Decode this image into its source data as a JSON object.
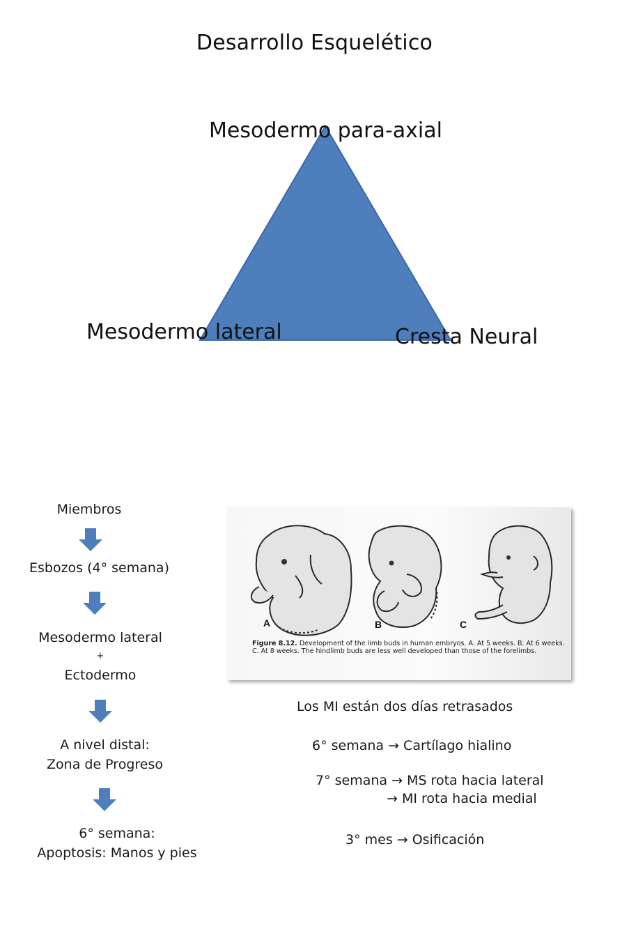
{
  "title": "Desarrollo Esquelético",
  "triangle": {
    "fill": "#4f7ebd",
    "stroke": "#3a6aa8",
    "top": "Mesodermo para-axial",
    "bottom_left": "Mesodermo lateral",
    "bottom_right": "Cresta Neural"
  },
  "flow": {
    "arrow_color": "#4f7ebd",
    "steps": [
      "Miembros",
      "Esbozos (4° semana)",
      "Mesodermo lateral",
      "+",
      "Ectodermo",
      "A nivel distal:",
      "Zona de Progreso",
      "6° semana:",
      "Apoptosis: Manos y pies"
    ]
  },
  "figure": {
    "panel_letters": [
      "A",
      "B",
      "C"
    ],
    "caption_label": "Figure 8.12.",
    "caption_text": "Development of the limb buds in human embryos. A. At 5 weeks. B. At 6 weeks. C. At 8 weeks. The hindlimb buds are less well developed than those of the forelimbs."
  },
  "notes": {
    "delay": "Los MI están dos días retrasados",
    "week6": "6° semana → Cartílago hialino",
    "week7": "7° semana → MS rota hacia lateral",
    "week7b": "→ MI rota hacia medial",
    "month3": "3° mes → Osificación"
  }
}
